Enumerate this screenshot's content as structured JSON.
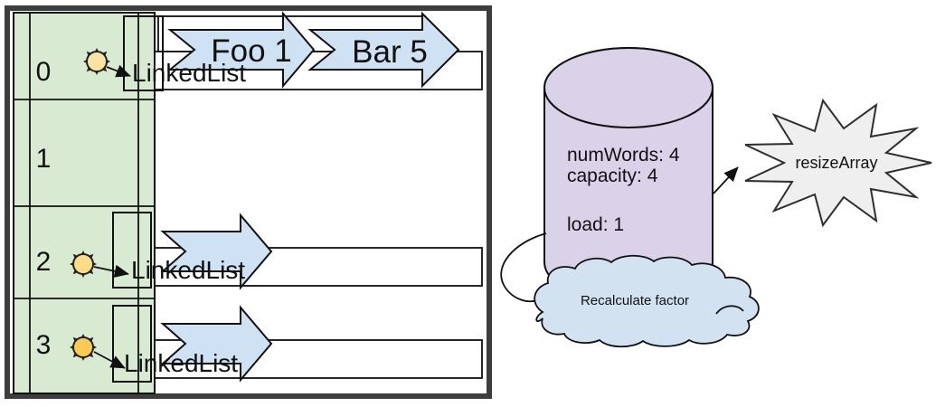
{
  "hash_table": {
    "bucket_indices": [
      "0",
      "1",
      "2",
      "3"
    ],
    "linked_lists": [
      {
        "label": "LinkedList"
      },
      {
        "label": "LinkedList"
      },
      {
        "label": "LinkedList"
      }
    ],
    "nodes": [
      {
        "label": "Foo 1"
      },
      {
        "label": "Bar 5"
      }
    ]
  },
  "stats_cylinder": {
    "lines": [
      "numWords: 4",
      "capacity: 4",
      "load: 1"
    ]
  },
  "resize_burst": {
    "label": "resizeArray"
  },
  "recalculate_cloud": {
    "label": "Recalculate factor"
  },
  "colors": {
    "table_green": "#d9ead3",
    "arrow_blue": "#cfe2f3",
    "cylinder_purple": "#d9d2e9",
    "cloud_blue": "#d2e2f1",
    "burst_gray": "#efefef",
    "frame_gray": "#3d3d3d",
    "sun_yellow_light": "#fbe3a4",
    "sun_yellow_mid": "#fbda88",
    "sun_yellow_deep": "#fbca55"
  }
}
